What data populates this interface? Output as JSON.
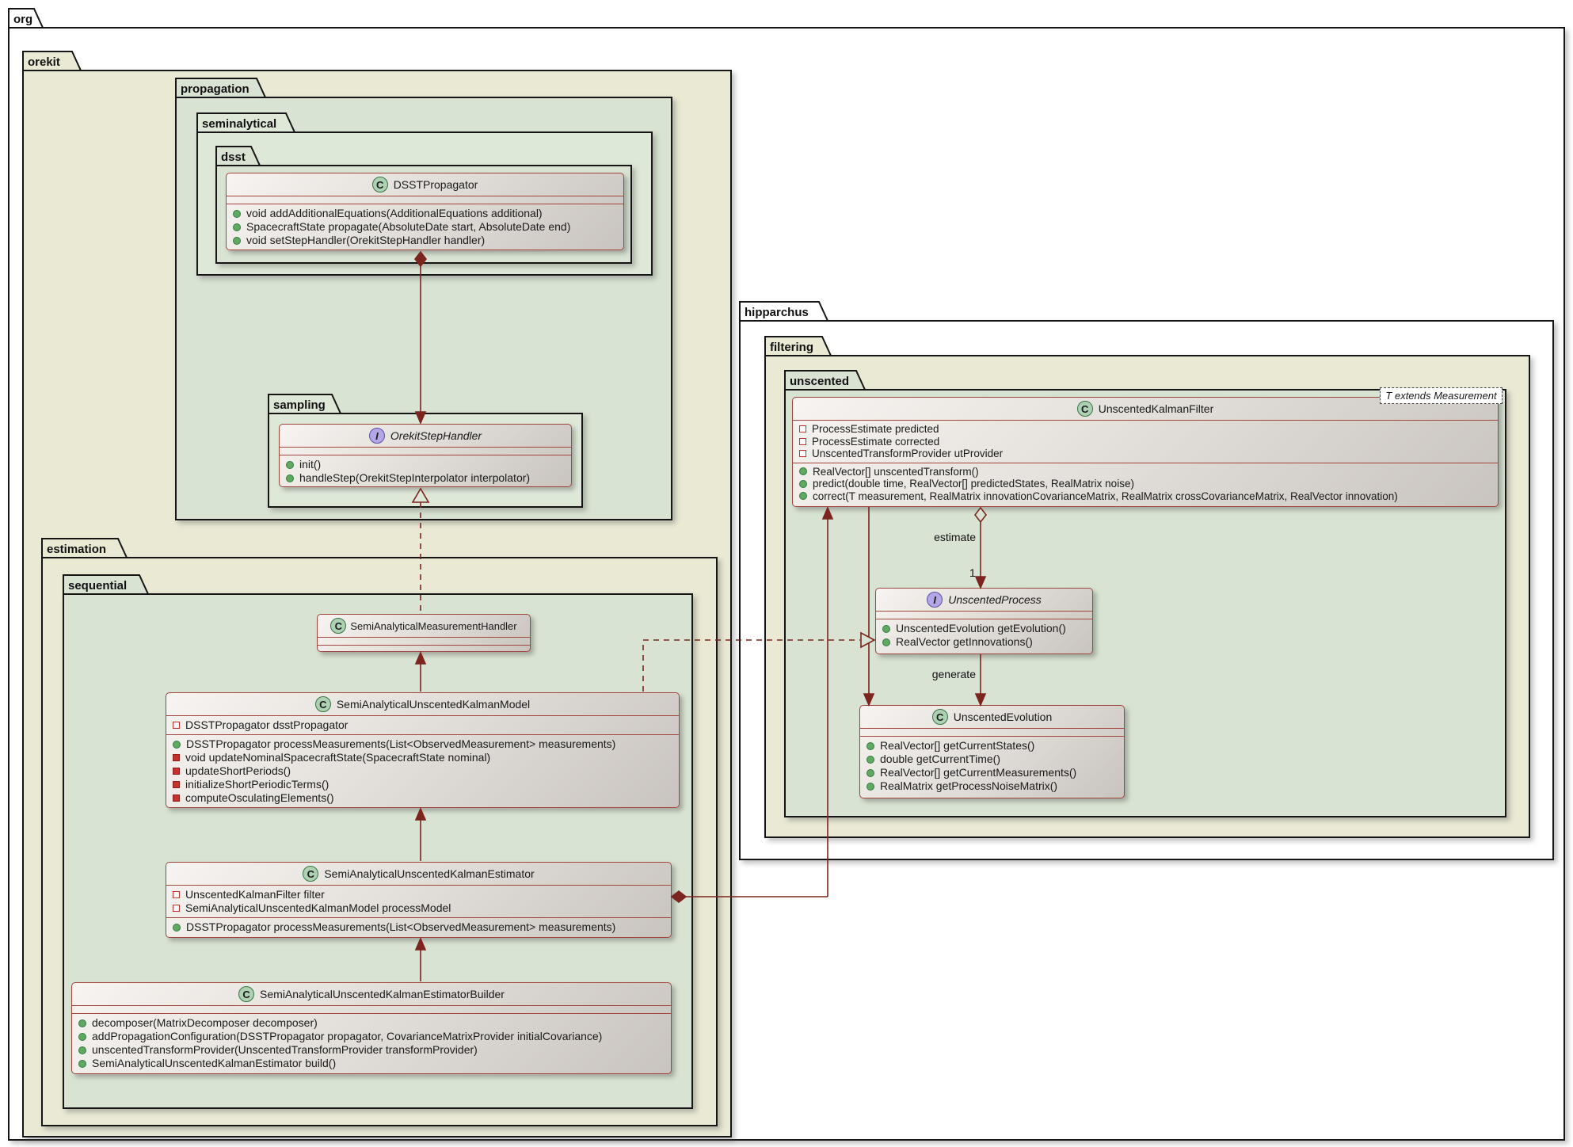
{
  "diagram_type": "uml-class-diagram",
  "packages": {
    "org": "org",
    "orekit": "orekit",
    "propagation": "propagation",
    "seminalytical": "seminalytical",
    "dsst": "dsst",
    "sampling": "sampling",
    "estimation": "estimation",
    "sequential": "sequential",
    "hipparchus": "hipparchus",
    "filtering": "filtering",
    "unscented": "unscented"
  },
  "icons": {
    "class_letter": "C",
    "interface_letter": "I"
  },
  "classes": {
    "dsst_propagator": {
      "name": "DSSTPropagator",
      "kind": "class",
      "methods": [
        {
          "visibility": "public",
          "text": "void addAdditionalEquations(AdditionalEquations additional)"
        },
        {
          "visibility": "public",
          "text": "SpacecraftState propagate(AbsoluteDate start, AbsoluteDate end)"
        },
        {
          "visibility": "public",
          "text": "void setStepHandler(OrekitStepHandler handler)"
        }
      ]
    },
    "orekit_step_handler": {
      "name": "OrekitStepHandler",
      "kind": "interface",
      "methods": [
        {
          "visibility": "public",
          "text": "init()"
        },
        {
          "visibility": "public",
          "text": "handleStep(OrekitStepInterpolator interpolator)"
        }
      ]
    },
    "measurement_handler": {
      "name": "SemiAnalyticalMeasurementHandler",
      "kind": "class",
      "methods": []
    },
    "model": {
      "name": "SemiAnalyticalUnscentedKalmanModel",
      "kind": "class",
      "fields": [
        {
          "visibility": "private",
          "text": "DSSTPropagator dsstPropagator"
        }
      ],
      "methods": [
        {
          "visibility": "public",
          "text": "DSSTPropagator processMeasurements(List<ObservedMeasurement> measurements)"
        },
        {
          "visibility": "private",
          "text": "void updateNominalSpacecraftState(SpacecraftState nominal)"
        },
        {
          "visibility": "private",
          "text": "updateShortPeriods()"
        },
        {
          "visibility": "private",
          "text": "initializeShortPeriodicTerms()"
        },
        {
          "visibility": "private",
          "text": "computeOsculatingElements()"
        }
      ]
    },
    "estimator": {
      "name": "SemiAnalyticalUnscentedKalmanEstimator",
      "kind": "class",
      "fields": [
        {
          "visibility": "private",
          "text": "UnscentedKalmanFilter filter"
        },
        {
          "visibility": "private",
          "text": "SemiAnalyticalUnscentedKalmanModel processModel"
        }
      ],
      "methods": [
        {
          "visibility": "public",
          "text": "DSSTPropagator processMeasurements(List<ObservedMeasurement> measurements)"
        }
      ]
    },
    "builder": {
      "name": "SemiAnalyticalUnscentedKalmanEstimatorBuilder",
      "kind": "class",
      "methods": [
        {
          "visibility": "public",
          "text": "decomposer(MatrixDecomposer decomposer)"
        },
        {
          "visibility": "public",
          "text": "addPropagationConfiguration(DSSTPropagator propagator, CovarianceMatrixProvider initialCovariance)"
        },
        {
          "visibility": "public",
          "text": "unscentedTransformProvider(UnscentedTransformProvider transformProvider)"
        },
        {
          "visibility": "public",
          "text": "SemiAnalyticalUnscentedKalmanEstimator build()"
        }
      ]
    },
    "filter": {
      "name": "UnscentedKalmanFilter",
      "kind": "class",
      "generic": "T extends Measurement",
      "fields": [
        {
          "visibility": "private",
          "text": "ProcessEstimate predicted"
        },
        {
          "visibility": "private",
          "text": "ProcessEstimate corrected"
        },
        {
          "visibility": "private",
          "text": "UnscentedTransformProvider utProvider"
        }
      ],
      "methods": [
        {
          "visibility": "public",
          "text": "RealVector[] unscentedTransform()"
        },
        {
          "visibility": "public",
          "text": "predict(double time, RealVector[] predictedStates, RealMatrix noise)"
        },
        {
          "visibility": "public",
          "text": "correct(T measurement, RealMatrix innovationCovarianceMatrix, RealMatrix crossCovarianceMatrix, RealVector innovation)"
        }
      ]
    },
    "process": {
      "name": "UnscentedProcess",
      "kind": "interface",
      "methods": [
        {
          "visibility": "public",
          "text": "UnscentedEvolution getEvolution()"
        },
        {
          "visibility": "public",
          "text": "RealVector getInnovations()"
        }
      ]
    },
    "evolution": {
      "name": "UnscentedEvolution",
      "kind": "class",
      "methods": [
        {
          "visibility": "public",
          "text": "RealVector[] getCurrentStates()"
        },
        {
          "visibility": "public",
          "text": "double getCurrentTime()"
        },
        {
          "visibility": "public",
          "text": "RealVector[] getCurrentMeasurements()"
        },
        {
          "visibility": "public",
          "text": "RealMatrix getProcessNoiseMatrix()"
        }
      ]
    }
  },
  "edges": {
    "estimate_label": "estimate",
    "estimate_multiplicity": "1",
    "generate_label": "generate"
  },
  "colors": {
    "package_beige": "#E9E9D4",
    "package_green": "#D8E3D3",
    "package_green_light": "#DEE8D9",
    "package_white": "#FFFFFF",
    "class_border": "#A0463C",
    "relation_line": "#7C241E",
    "class_icon_bg": "#ADD1B2",
    "interface_icon_bg": "#B4A7E5",
    "public_icon": "#61A861",
    "private_icon": "#C5322B"
  }
}
